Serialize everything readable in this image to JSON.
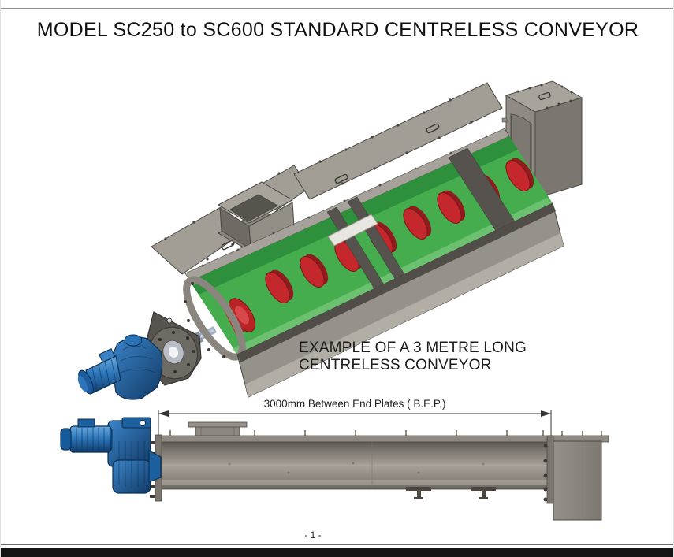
{
  "page": {
    "title": "MODEL SC250 to SC600 STANDARD CENTRELESS CONVEYOR",
    "page_number": "- 1 -"
  },
  "isometric_view": {
    "caption_line1": "EXAMPLE OF A 3 METRE LONG",
    "caption_line2": "CENTRELESS CONVEYOR"
  },
  "side_view": {
    "dimension_label": "3000mm Between End Plates  ( B.E.P.)"
  },
  "colors": {
    "screw_green": "#45ad4d",
    "screw_green_dark": "#2e8f3c",
    "flight_red": "#c5282c",
    "drive_blue": "#1d65ab",
    "steel_gray": "#98938b",
    "steel_light": "#a8a39b",
    "steel_dark": "#55524d"
  }
}
